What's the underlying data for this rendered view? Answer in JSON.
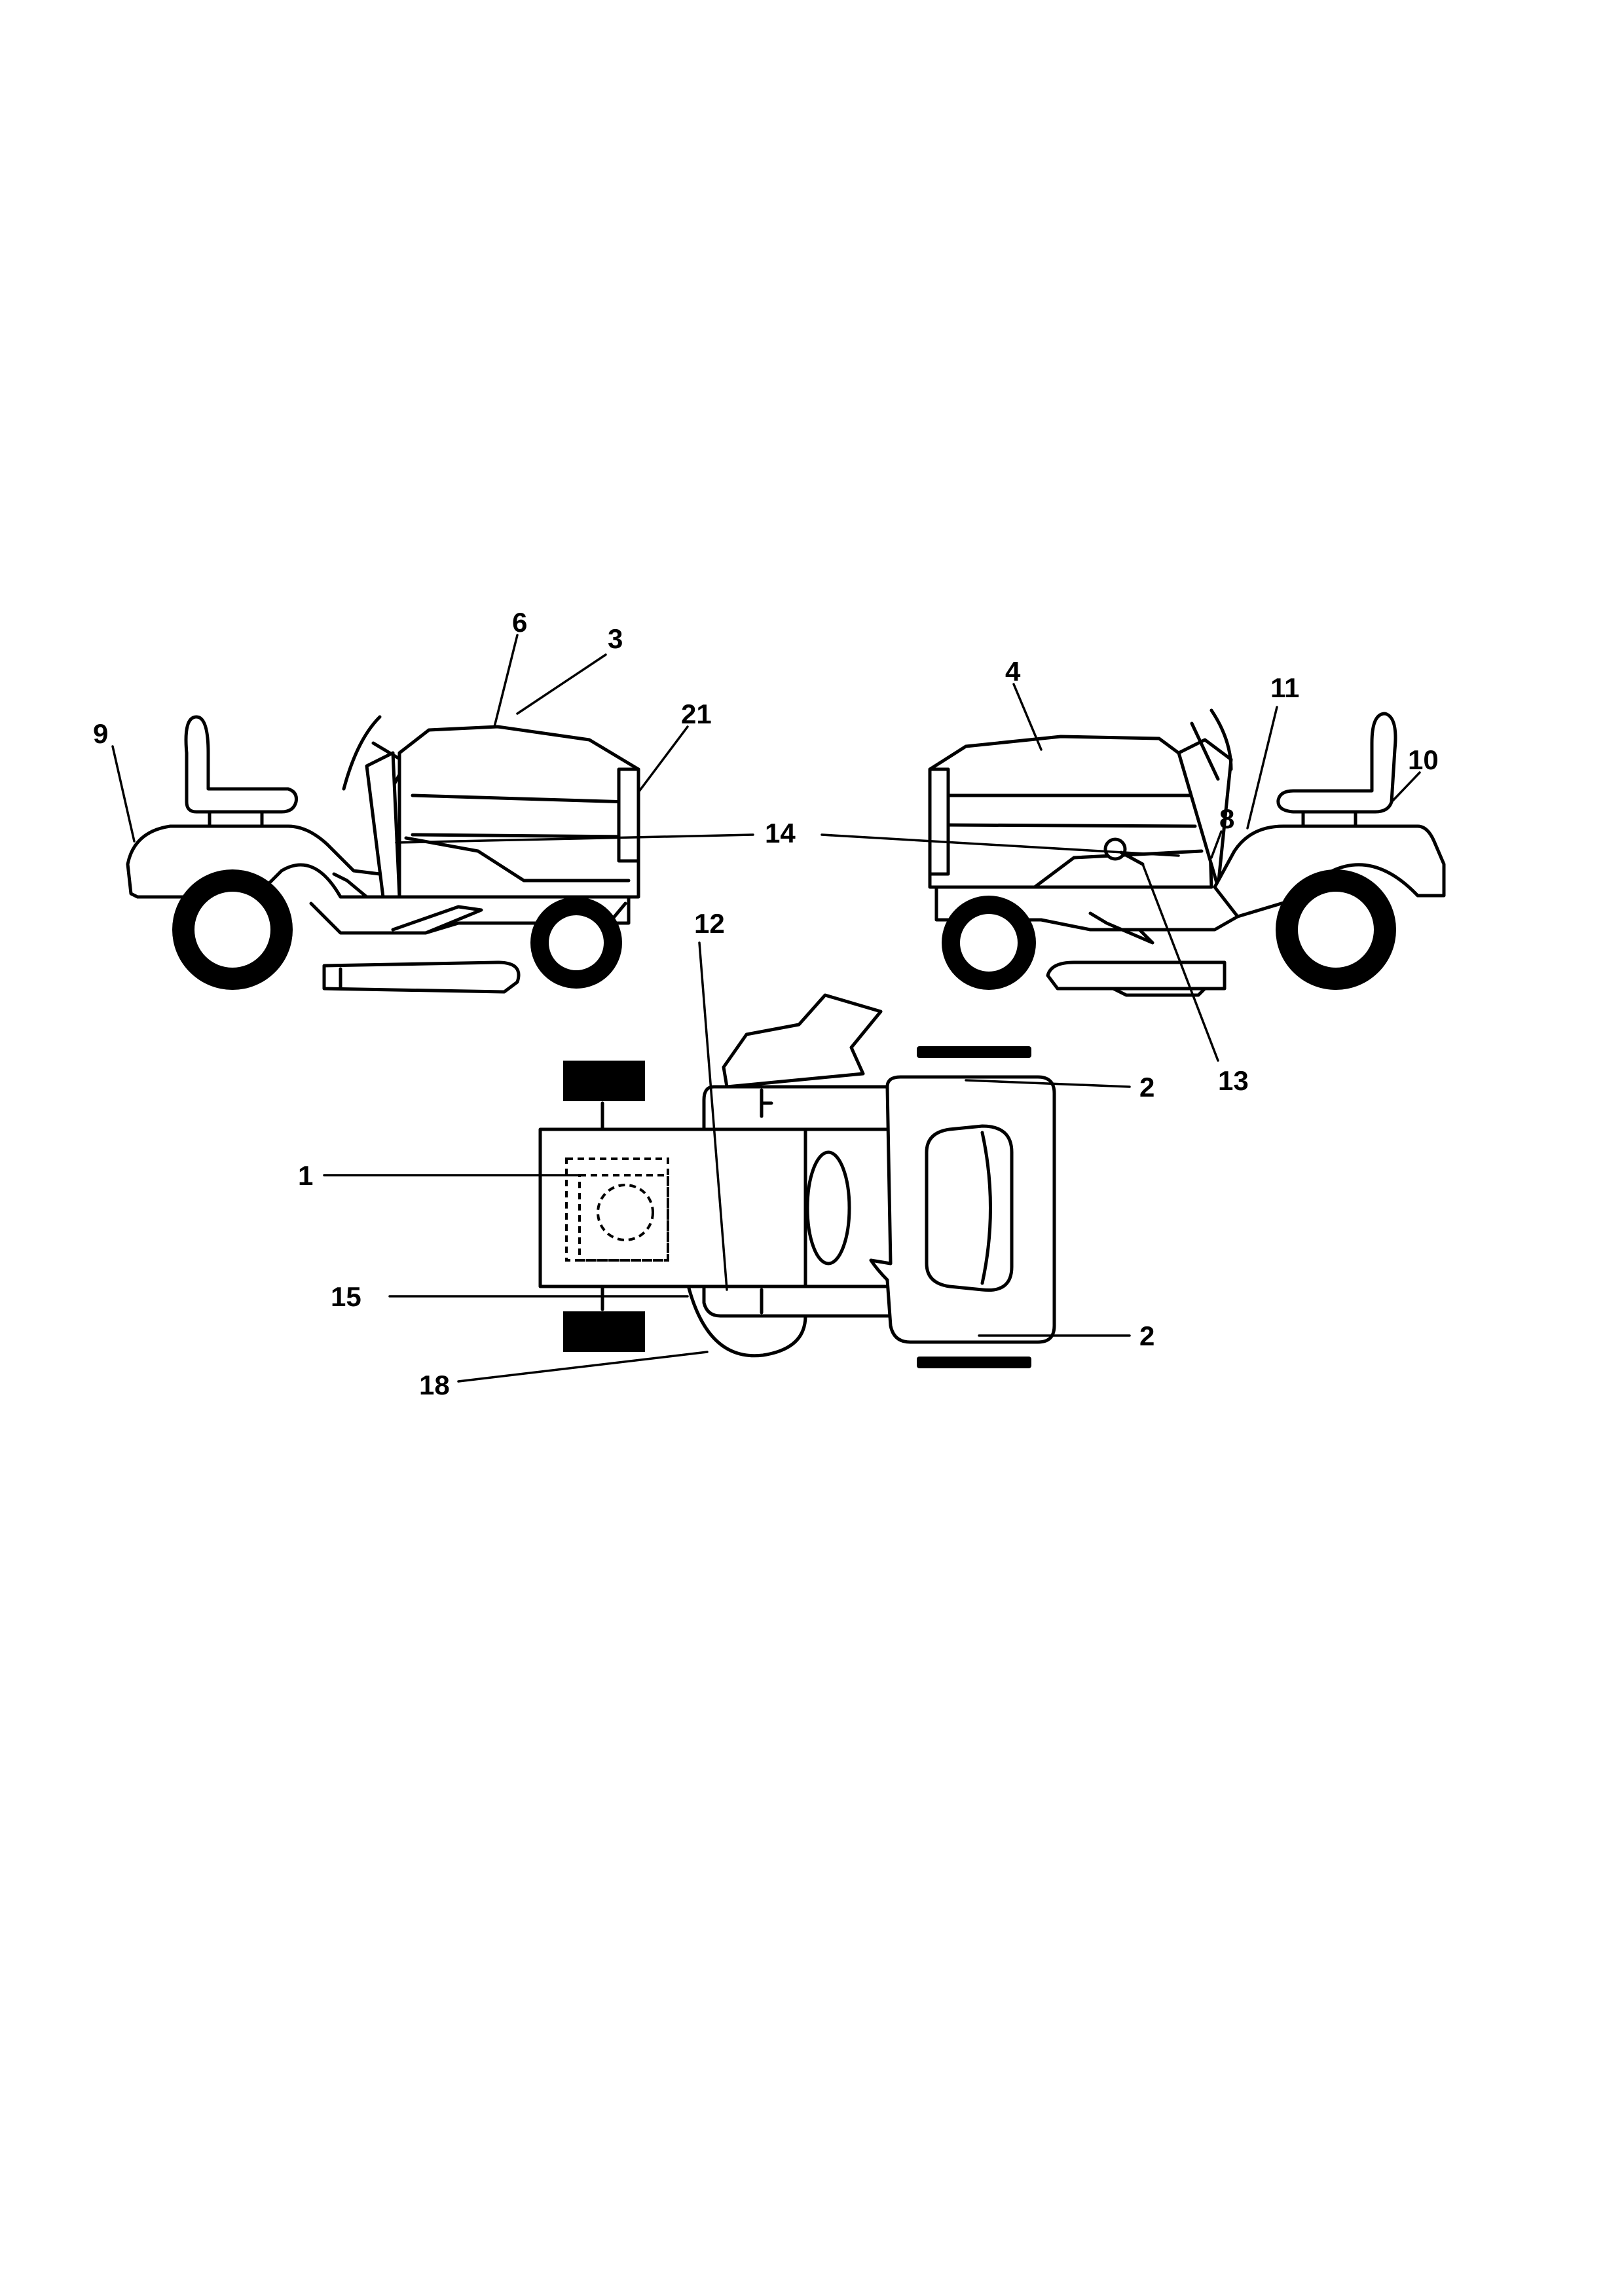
{
  "callouts": {
    "c1": "1",
    "c2_top": "2",
    "c2_bottom": "2",
    "c3": "3",
    "c4": "4",
    "c6": "6",
    "c8": "8",
    "c9": "9",
    "c10": "10",
    "c11": "11",
    "c12": "12",
    "c13": "13",
    "c14": "14",
    "c15": "15",
    "c18": "18",
    "c21": "21"
  }
}
